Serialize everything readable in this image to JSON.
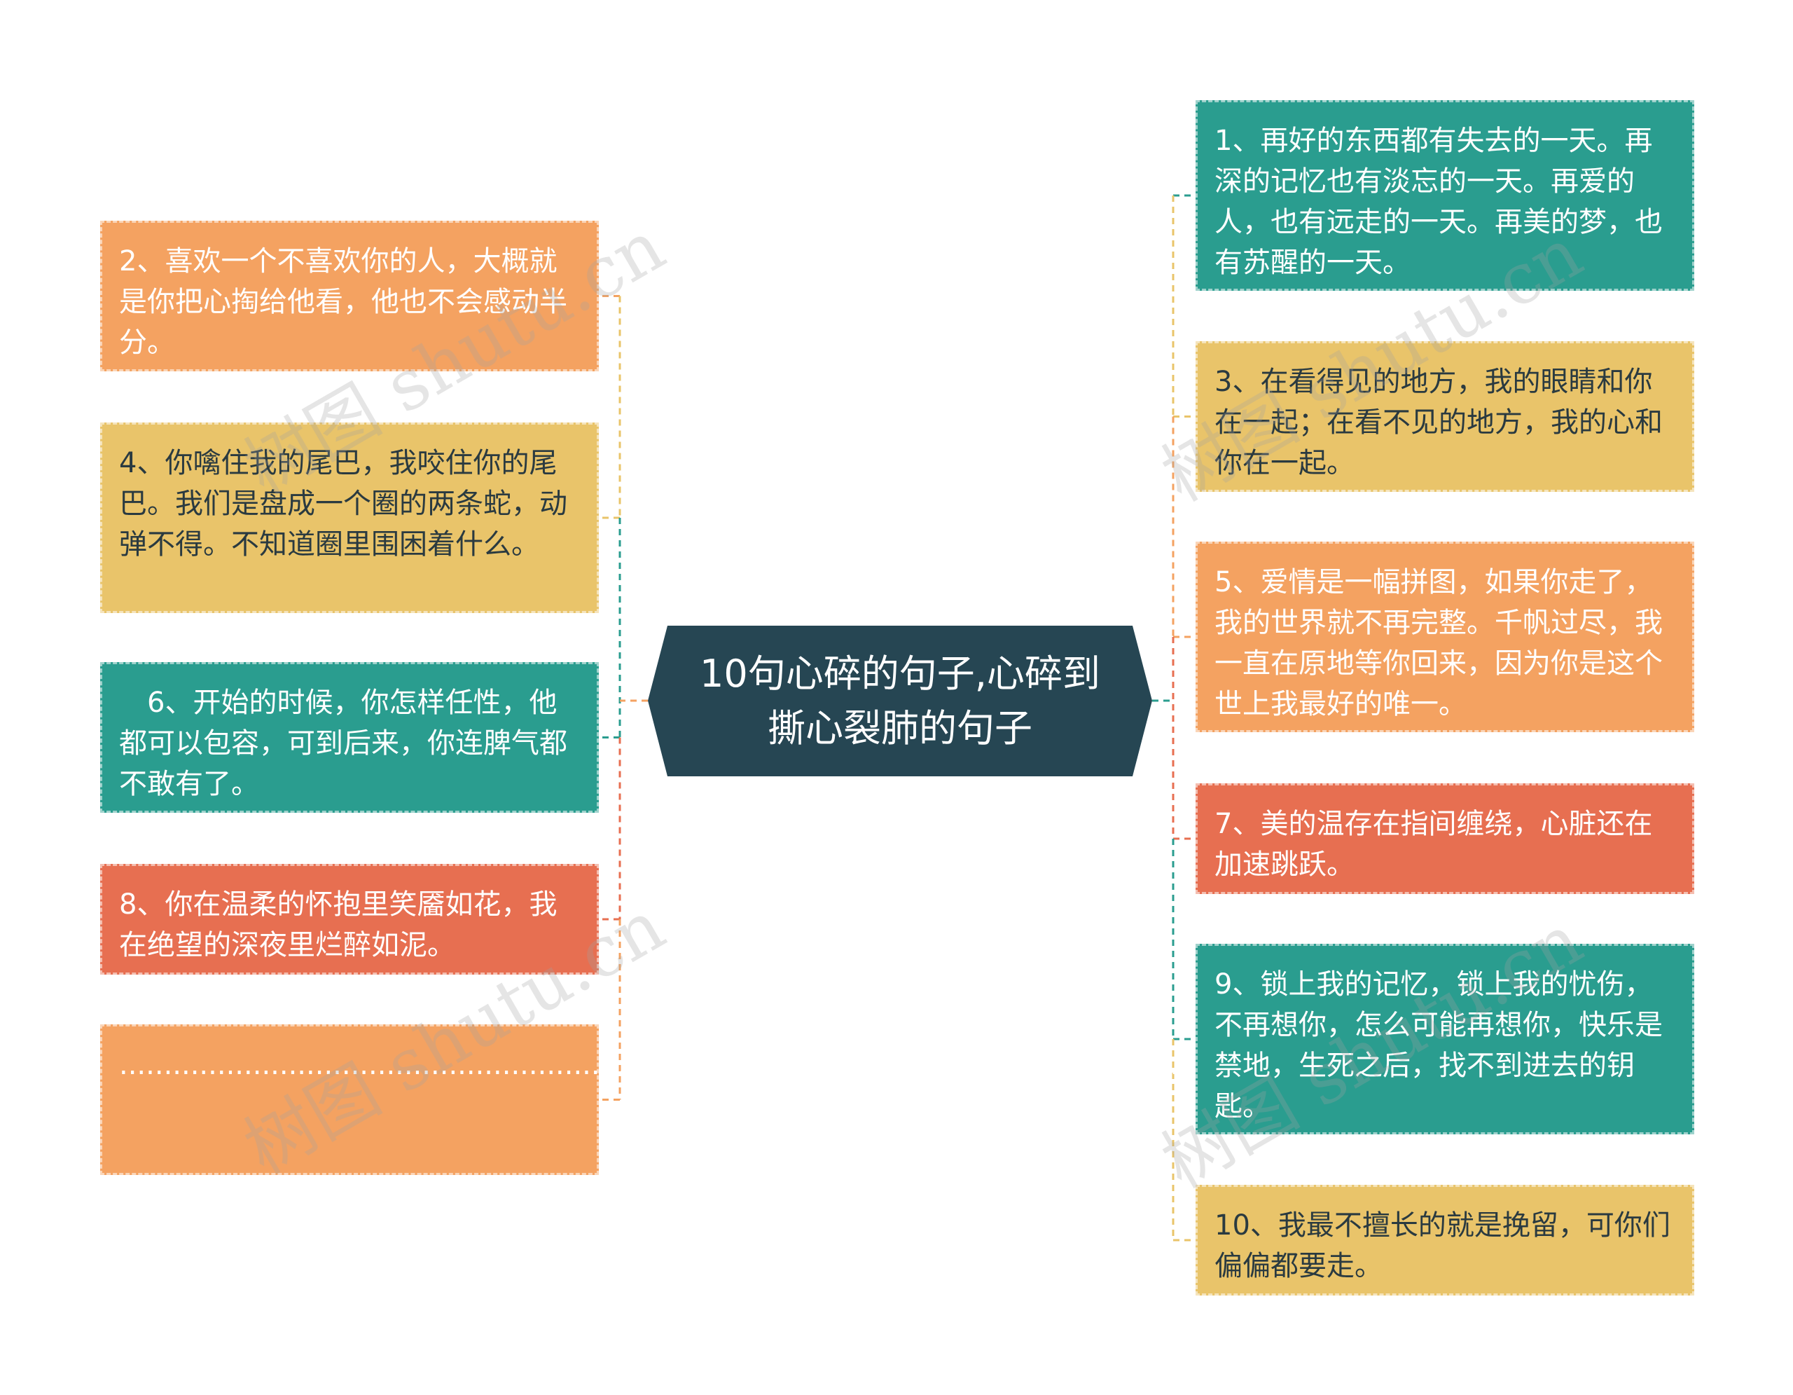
{
  "center": {
    "title": "10句心碎的句子,心碎到撕心裂肺的句子",
    "color": "#264653"
  },
  "left": [
    {
      "text": "2、喜欢一个不喜欢你的人，大概就是你把心掏给他看，他也不会感动半分。",
      "color": "#F4A261",
      "line": "#F4A261"
    },
    {
      "text": "4、你噙住我的尾巴，我咬住你的尾巴。我们是盘成一个圈的两条蛇，动弹不得。不知道圈里围困着什么。",
      "color": "#E9C46A",
      "line": "#E9C46A"
    },
    {
      "text": "　6、开始的时候，你怎样任性，他都可以包容，可到后来，你连脾气都不敢有了。",
      "color": "#2A9D8F",
      "line": "#2A9D8F"
    },
    {
      "text": "8、你在温柔的怀抱里笑靥如花，我在绝望的深夜里烂醉如泥。",
      "color": "#E76F51",
      "line": "#E76F51"
    },
    {
      "text": "..............................................................................................................................................................................",
      "color": "#F4A261",
      "line": "#F4A261"
    }
  ],
  "right": [
    {
      "text": "1、再好的东西都有失去的一天。再深的记忆也有淡忘的一天。再爱的人，也有远走的一天。再美的梦，也有苏醒的一天。",
      "color": "#2A9D8F",
      "line": "#2A9D8F"
    },
    {
      "text": "3、在看得见的地方，我的眼睛和你在一起；在看不见的地方，我的心和你在一起。",
      "color": "#E9C46A",
      "line": "#E9C46A"
    },
    {
      "text": "5、爱情是一幅拼图，如果你走了，我的世界就不再完整。千帆过尽，我一直在原地等你回来，因为你是这个世上我最好的唯一。",
      "color": "#F4A261",
      "line": "#F4A261"
    },
    {
      "text": "7、美的温存在指间缠绕，心脏还在加速跳跃。",
      "color": "#E76F51",
      "line": "#E76F51"
    },
    {
      "text": "9、锁上我的记忆，锁上我的忧伤，不再想你，怎么可能再想你，快乐是禁地，生死之后，找不到进去的钥匙。",
      "color": "#2A9D8F",
      "line": "#2A9D8F"
    },
    {
      "text": "10、我最不擅长的就是挽留，可你们偏偏都要走。",
      "color": "#E9C46A",
      "line": "#E9C46A"
    }
  ],
  "watermark": "树图 shutu.cn"
}
